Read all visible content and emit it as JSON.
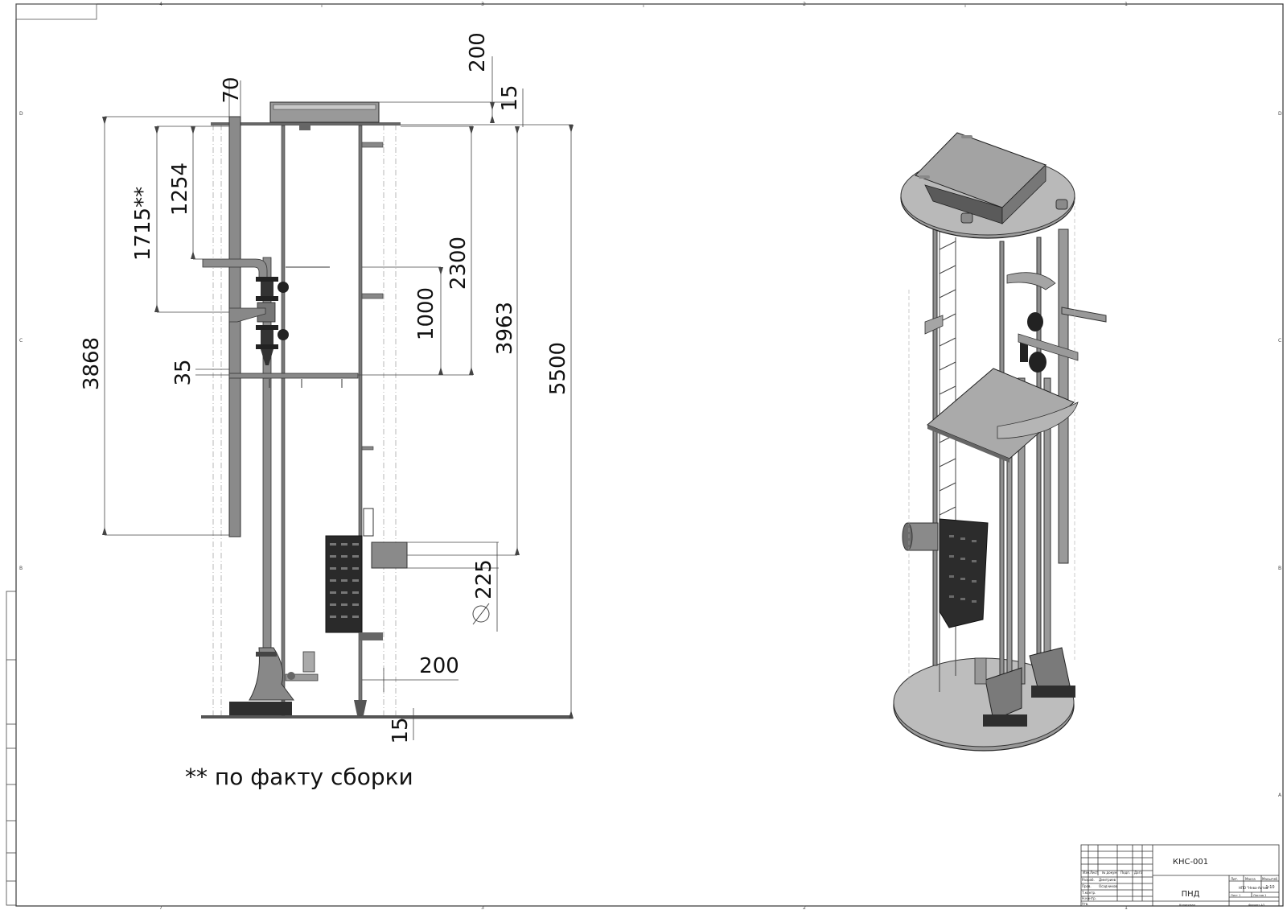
{
  "sheet": {
    "zone_numbers_top": [
      "4",
      "3",
      "2",
      "1"
    ],
    "zone_numbers_bottom": [
      "7",
      "3",
      "2",
      "1"
    ],
    "zone_letters_left": [
      "D",
      "C",
      "B"
    ],
    "zone_letters_right": [
      "D",
      "C",
      "B",
      "A"
    ]
  },
  "side_view": {
    "dimensions": {
      "d70": "70",
      "d200_top": "200",
      "d15_top": "15",
      "d1254": "1254",
      "d1715": "1715**",
      "d2300": "2300",
      "d3963": "3963",
      "d1000": "1000",
      "d3868": "3868",
      "d35": "35",
      "d5500": "5500",
      "d225": "225",
      "d200_bottom": "200",
      "d15_bottom": "15"
    },
    "note": "** по факту сборки"
  },
  "title_block": {
    "designation": "КНС-001",
    "name": "ПНД",
    "organization": "НПО \"Нева-Актив\"",
    "scale": "1:10",
    "header_cells": [
      "Изм.",
      "Лист",
      "№ докум.",
      "Подп.",
      "Дата"
    ],
    "role_rows": [
      {
        "role": "Разраб.",
        "person": "Дмитриев"
      },
      {
        "role": "Пров.",
        "person": "Осадчиков"
      },
      {
        "role": "Т.контр.",
        "person": ""
      },
      {
        "role": "Н.контр.",
        "person": ""
      },
      {
        "role": "Утв.",
        "person": ""
      }
    ],
    "lit_label": "Лит.",
    "mass_label": "Масса",
    "scale_label": "Масштаб",
    "sheet_label": "Лист 1",
    "sheets_label": "Листов 1",
    "copied_label": "Копировал",
    "format_label": "Формат A3"
  }
}
